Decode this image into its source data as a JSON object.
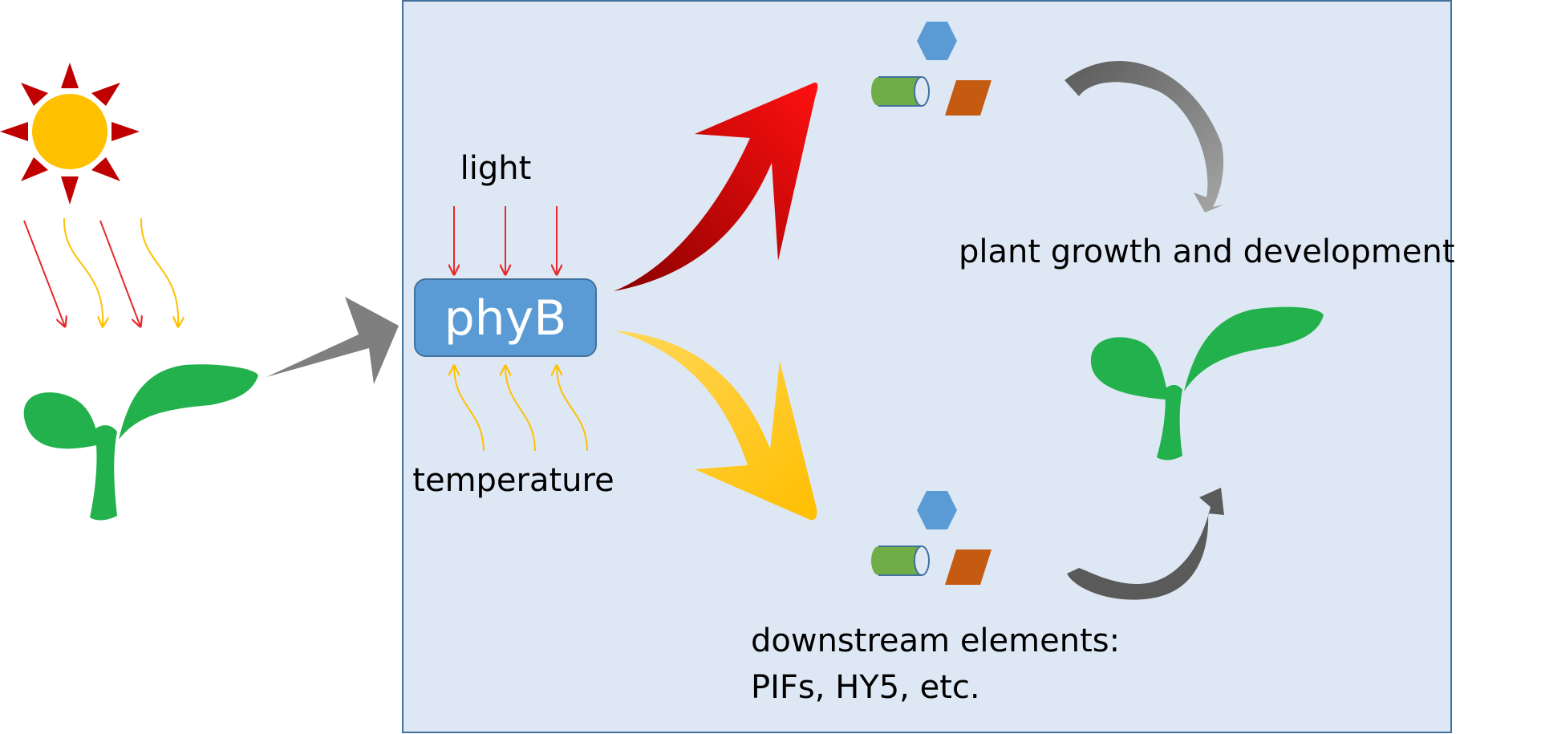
{
  "labels": {
    "light": "light",
    "temperature": "temperature",
    "phyB": "phyB",
    "growth": "plant growth and development",
    "downstream_line1": "downstream elements:",
    "downstream_line2": "PIFs, HY5, etc."
  },
  "colors": {
    "panel_fill": "#dee8f4",
    "panel_border": "#41719c",
    "phyB_box": "#5b9bd5",
    "phyB_border": "#41719c",
    "sun_core": "#ffc000",
    "sun_rays": "#c00000",
    "light_arrow": "#e52a2a",
    "temp_arrow": "#ffc000",
    "red_arrow": "#e00000",
    "yellow_arrow": "#ffc000",
    "gray_arrow": "#7f7f7f",
    "seedling": "#22b14c",
    "hexagon": "#5b9bd5",
    "cylinder": "#70ad47",
    "parallelogram": "#c55a11"
  },
  "icons": [
    "sun-icon",
    "seedling-icon",
    "hexagon-icon",
    "cylinder-icon",
    "parallelogram-icon"
  ]
}
